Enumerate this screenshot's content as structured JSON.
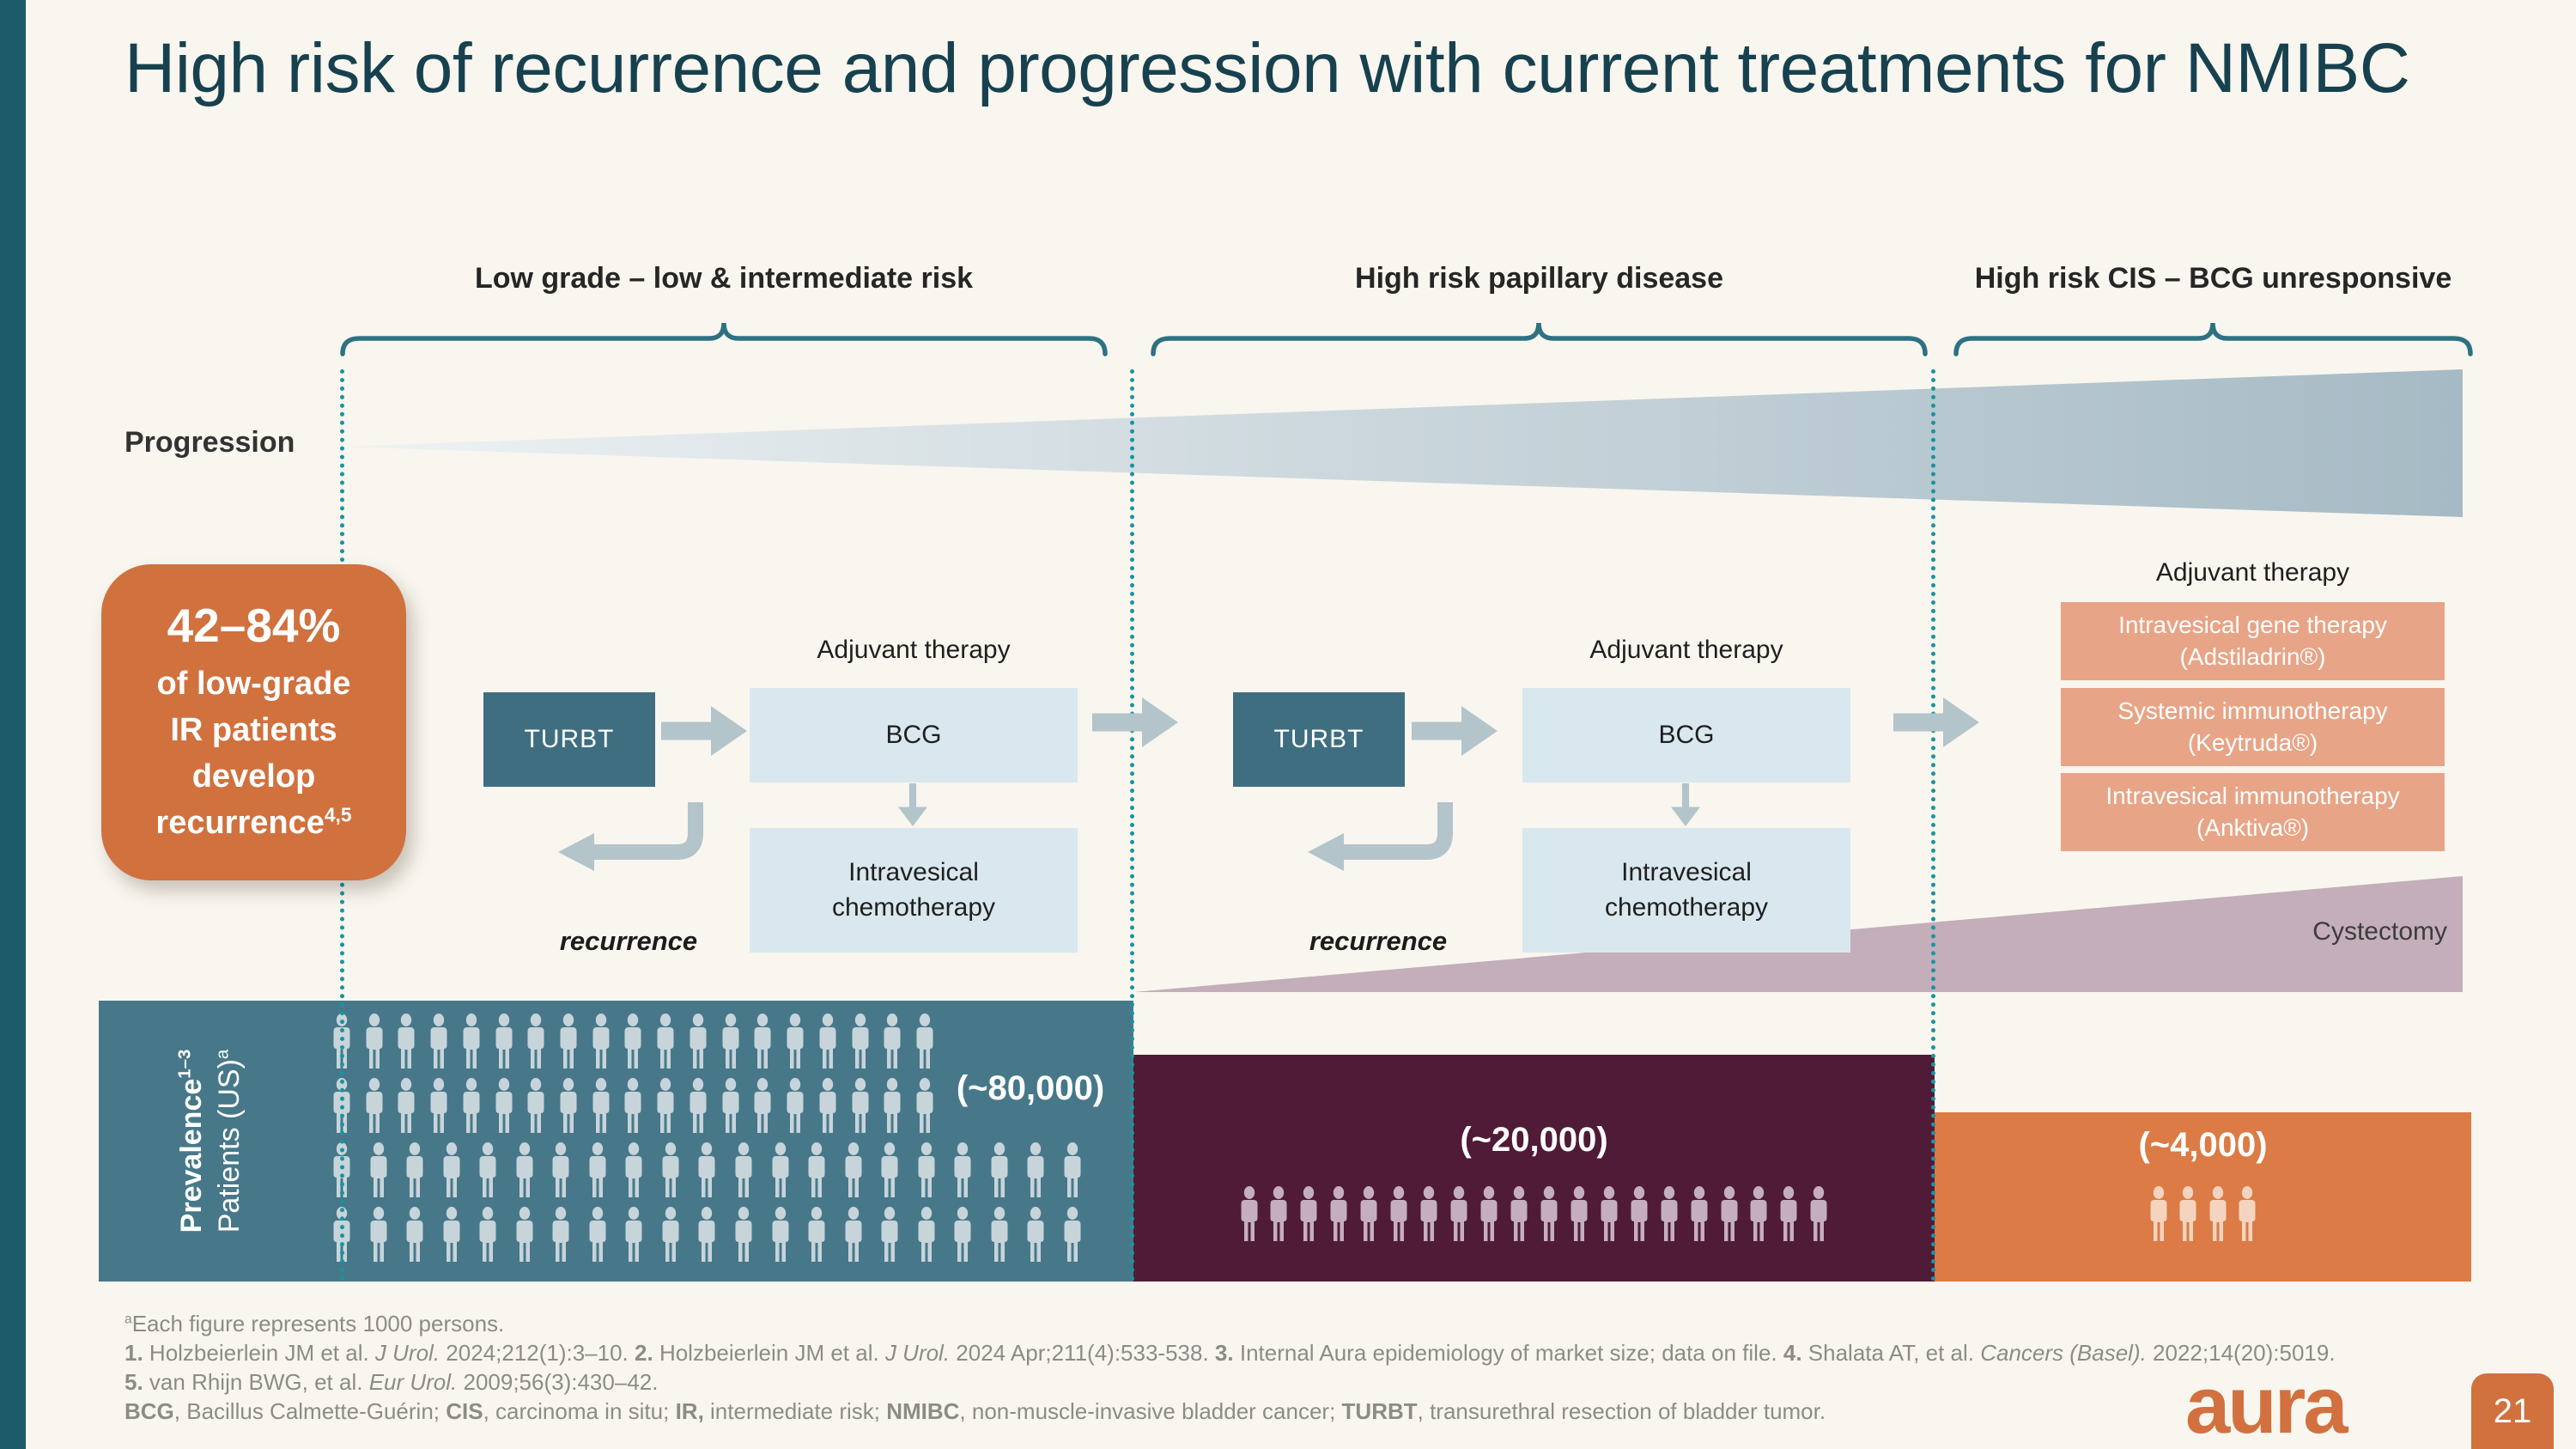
{
  "slide": {
    "title": "High risk of recurrence and progression with current treatments for NMIBC",
    "page_number": "21",
    "logo_text": "aura"
  },
  "columns": [
    {
      "label": "Low grade – low & intermediate risk"
    },
    {
      "label": "High risk papillary disease"
    },
    {
      "label": "High risk CIS – BCG unresponsive"
    }
  ],
  "progression_label": "Progression",
  "cystectomy_label": "Cystectomy",
  "stat_box": {
    "headline": "42–84%",
    "body_lines": [
      "of low-grade",
      "IR patients",
      "develop"
    ],
    "last_line": "recurrence",
    "last_sup": "4,5"
  },
  "flows": [
    {
      "turbt": "TURBT",
      "adjuvant_label": "Adjuvant therapy",
      "bcg": "BCG",
      "chemo_line1": "Intravesical",
      "chemo_line2": "chemotherapy",
      "recurrence": "recurrence"
    },
    {
      "turbt": "TURBT",
      "adjuvant_label": "Adjuvant therapy",
      "bcg": "BCG",
      "chemo_line1": "Intravesical",
      "chemo_line2": "chemotherapy",
      "recurrence": "recurrence"
    }
  ],
  "adjuvant3": {
    "label": "Adjuvant therapy",
    "boxes": [
      {
        "line1": "Intravesical gene therapy",
        "line2": "(Adstiladrin®)"
      },
      {
        "line1": "Systemic immunotherapy",
        "line2": "(Keytruda®)"
      },
      {
        "line1": "Intravesical immunotherapy",
        "line2": "(Anktiva®)"
      }
    ]
  },
  "prevalence": {
    "axis_line1": "Prevalence",
    "axis_line1_sup": "1–3",
    "axis_line2": "Patients (US)",
    "axis_line2_sup": "a",
    "persons_per_icon": 1000,
    "bars": [
      {
        "name": "low grade – low & intermediate risk",
        "value_label": "(~80,000)",
        "icon_rows": [
          {
            "count": 19
          },
          {
            "count": 19
          },
          {
            "count": 21
          },
          {
            "count": 21
          }
        ]
      },
      {
        "name": "high risk papillary disease",
        "value_label": "(~20,000)",
        "icon_rows": [
          {
            "count": 20
          }
        ]
      },
      {
        "name": "high risk CIS – BCG unresponsive",
        "value_label": "(~4,000)",
        "icon_rows": [
          {
            "count": 4
          }
        ]
      }
    ]
  },
  "footnotes": {
    "figure_note_sup": "a",
    "figure_note": "Each figure represents 1000 persons.",
    "references": [
      {
        "t": "1. ",
        "b": true
      },
      {
        "t": "Holzbeierlein JM et al. "
      },
      {
        "t": "J Urol.",
        "i": true
      },
      {
        "t": " 2024;212(1):3–10. "
      },
      {
        "t": "2. ",
        "b": true
      },
      {
        "t": "Holzbeierlein JM et al. "
      },
      {
        "t": "J Urol.",
        "i": true
      },
      {
        "t": " 2024 Apr;211(4):533-538. "
      },
      {
        "t": "3. ",
        "b": true
      },
      {
        "t": "Internal Aura epidemiology of market size; data on file. "
      },
      {
        "t": "4. ",
        "b": true
      },
      {
        "t": "Shalata AT, et al. "
      },
      {
        "t": "Cancers (Basel).",
        "i": true
      },
      {
        "t": " 2022;14(20):5019. "
      },
      {
        "t": "5. ",
        "b": true
      },
      {
        "t": "van Rhijn BWG, et al. "
      },
      {
        "t": "Eur Urol.",
        "i": true
      },
      {
        "t": " 2009;56(3):430–42."
      }
    ],
    "abbreviations": [
      {
        "t": "BCG",
        "b": true
      },
      {
        "t": ", Bacillus Calmette-Guérin; "
      },
      {
        "t": "CIS",
        "b": true
      },
      {
        "t": ", carcinoma in situ; "
      },
      {
        "t": "IR,",
        "b": true
      },
      {
        "t": " intermediate risk; "
      },
      {
        "t": "NMIBC",
        "b": true
      },
      {
        "t": ", non-muscle-invasive bladder cancer; "
      },
      {
        "t": "TURBT",
        "b": true
      },
      {
        "t": ", transurethral resection of bladder tumor."
      }
    ]
  },
  "colors": {
    "cream_bg": "#f8f6ef",
    "side_strip": "#1d5b69",
    "title_ink": "#17414f",
    "brace": "#2e7183",
    "dotted_line": "#1b93a0",
    "wedge_light": "#eef2f3",
    "wedge_dark": "#a6bac5",
    "stat_orange": "#d0713e",
    "turbt_teal": "#3f6e80",
    "light_blue_box": "#d9e8ee",
    "arrow_gray": "#b3c4ca",
    "salmon": "#e8a486",
    "cystectomy_mauve": "#c3aeba",
    "teal_bar": "#47788a",
    "teal_icon": "#c7d4d9",
    "purple_bar": "#4f1b37",
    "purple_icon": "#c4aec0",
    "orange_bar": "#dc7b45",
    "orange_icon": "#f4d4be",
    "footnote_gray": "#8c8c87",
    "logo_orange": "#d2713f"
  }
}
